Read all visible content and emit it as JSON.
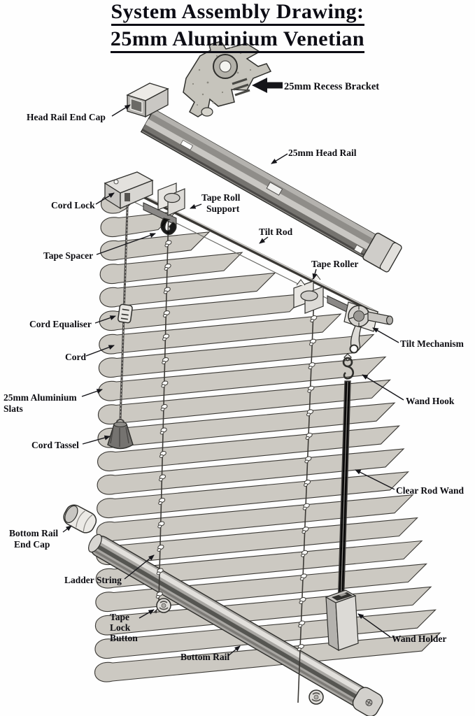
{
  "title": {
    "line1": "System Assembly Drawing:",
    "line2": "25mm Aluminium Venetian"
  },
  "labels": {
    "recess_bracket": "25mm Recess Bracket",
    "head_rail_end_cap": "Head Rail End Cap",
    "head_rail": "25mm Head Rail",
    "cord_lock": "Cord Lock",
    "tape_roll_support_line1": "Tape Roll",
    "tape_roll_support_line2": "Support",
    "tilt_rod": "Tilt Rod",
    "tape_spacer": "Tape Spacer",
    "tape_roller": "Tape Roller",
    "cord_equaliser": "Cord Equaliser",
    "tilt_mechanism": "Tilt Mechanism",
    "cord": "Cord",
    "wand_hook": "Wand Hook",
    "slats_line1": "25mm Aluminium",
    "slats_line2": "Slats",
    "cord_tassel": "Cord Tassel",
    "clear_rod_wand": "Clear Rod Wand",
    "bottom_rail_end_cap_line1": "Bottom Rail",
    "bottom_rail_end_cap_line2": "End Cap",
    "ladder_string": "Ladder String",
    "tape_lock_button_line1": "Tape",
    "tape_lock_button_line2": "Lock",
    "tape_lock_button_line3": "Button",
    "bottom_rail": "Bottom Rail",
    "wand_holder": "Wand Holder"
  },
  "colors": {
    "background": "#fefefe",
    "ink": "#15151a",
    "slat_fill": "#ccc9c2",
    "slat_edge": "#3c3a36",
    "rail_dark": "#6e6c68",
    "rail_mid": "#9a9894",
    "rail_light": "#dbd9d5",
    "part_fill": "#e6e4e0",
    "tassel_fill": "#757370"
  }
}
